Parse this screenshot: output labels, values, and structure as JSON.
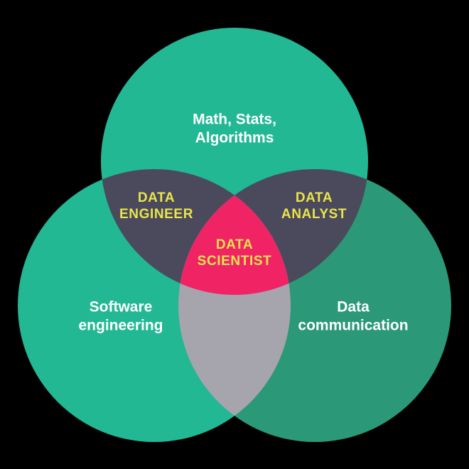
{
  "colors": {
    "background": "#000000",
    "circle_top": "#22b894",
    "circle_left": "#22b894",
    "circle_right": "#2b9878",
    "overlap_dark": "#4a4a5c",
    "overlap_gray": "#a6a5ad",
    "center_pink": "#f02465",
    "label_white": "#ffffff",
    "label_yellow": "#ebe44a"
  },
  "labels": {
    "top_circle": "Math, Stats,\nAlgorithms",
    "left_circle": "Software\nengineering",
    "right_circle": "Data\ncommunication",
    "top_left_overlap": "DATA\nENGINEER",
    "top_right_overlap": "DATA\nANALYST",
    "center_overlap": "DATA\nSCIENTIST"
  }
}
